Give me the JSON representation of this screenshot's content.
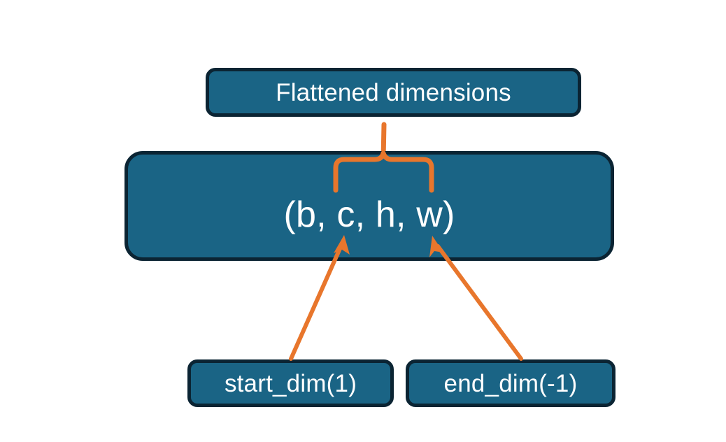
{
  "diagram": {
    "title_node": {
      "label": "Flattened dimensions"
    },
    "shape_node": {
      "label": "(b, c, h, w)"
    },
    "start_node": {
      "label": "start_dim(1)"
    },
    "end_node": {
      "label": "end_dim(-1)"
    },
    "colors": {
      "node_fill": "#1a6485",
      "node_border": "#0b2433",
      "connector": "#e8762c",
      "text": "#ffffff",
      "background": "#ffffff"
    },
    "connectors": [
      {
        "name": "brace-to-flattened",
        "kind": "curly-brace-with-stem",
        "from": "shape_node",
        "to": "title_node"
      },
      {
        "name": "start-dim-arrow",
        "kind": "arrow",
        "from": "start_node",
        "to": "shape_node"
      },
      {
        "name": "end-dim-arrow",
        "kind": "arrow",
        "from": "end_node",
        "to": "shape_node"
      }
    ]
  }
}
